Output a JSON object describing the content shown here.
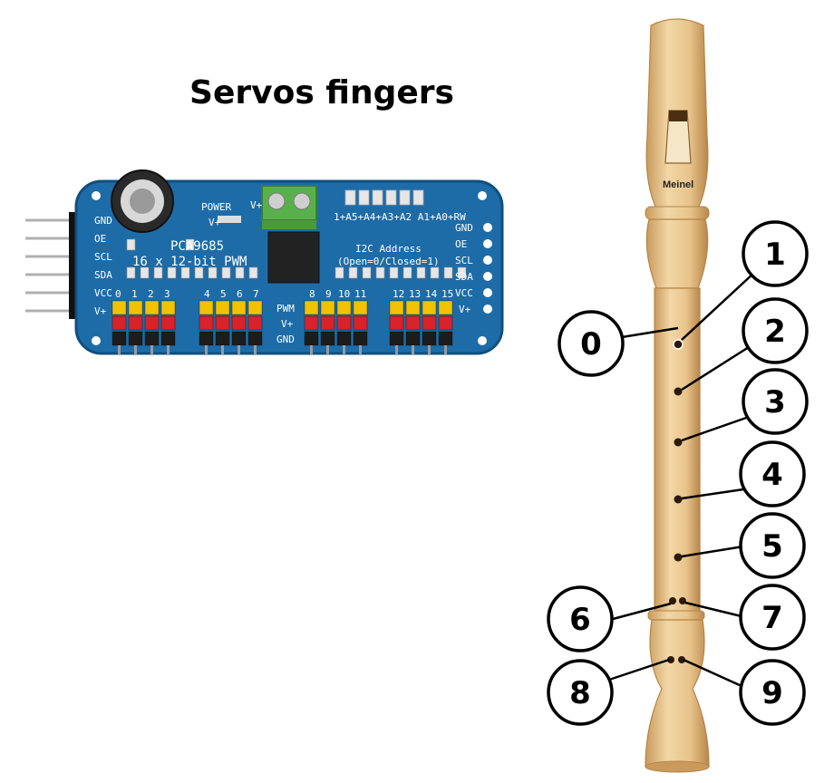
{
  "title": "Servos fingers",
  "board": {
    "name": "PCA9685",
    "subtitle": "16 x 12-bit PWM",
    "power_label": "POWER",
    "vplus_marks": [
      "V+",
      "V+"
    ],
    "left_pins": [
      "GND",
      "OE",
      "SCL",
      "SDA",
      "VCC",
      "V+"
    ],
    "right_pins": [
      "GND",
      "OE",
      "SCL",
      "SDA",
      "VCC",
      "V+"
    ],
    "address_jumpers": "1+A5+A4+A3+A2 A1+A0+RW",
    "address_line1": "I2C Address",
    "address_line2": "(Open=0/Closed=1)",
    "channel_numbers": [
      "0",
      "1",
      "2",
      "3",
      "4",
      "5",
      "6",
      "7",
      "8",
      "9",
      "10",
      "11",
      "12",
      "13",
      "14",
      "15"
    ],
    "mid_labels": [
      "PWM",
      "V+",
      "GND"
    ],
    "colors": {
      "pcb": "#1d6ca8",
      "pwm_header": "#f2c200",
      "vplus_header": "#d8232a",
      "gnd_header": "#1c1c1c",
      "terminal": "#58b04a"
    }
  },
  "recorder": {
    "brand": "Meinel",
    "holes": [
      {
        "label": "0"
      },
      {
        "label": "1"
      },
      {
        "label": "2"
      },
      {
        "label": "3"
      },
      {
        "label": "4"
      },
      {
        "label": "5"
      },
      {
        "label": "6"
      },
      {
        "label": "7"
      },
      {
        "label": "8"
      },
      {
        "label": "9"
      }
    ],
    "colors": {
      "wood": "#e8c48c",
      "wood_dark": "#c99a5c"
    }
  }
}
